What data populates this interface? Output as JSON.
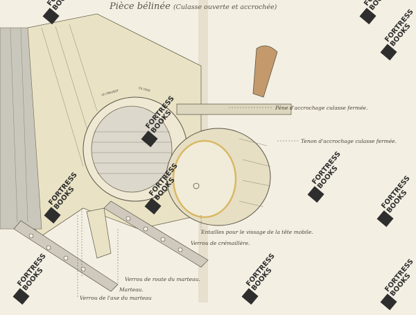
{
  "title": {
    "main": "Pièce bélinée",
    "sub": "(Culasse ouverte et accrochée)"
  },
  "engraved_marks": [
    "LE CREUSOT",
    "CS 1910"
  ],
  "labels": {
    "pene": "Pène d'accrochage culasse fermée.",
    "tenon": "Tenon d'accrochage culasse fermée.",
    "entailles": "Entailles pour le vissage de la tête mobile.",
    "verrou_cremaillere": "Verrou de crémaillère.",
    "verrou_route": "Verrou de route du marteau.",
    "marteau": "Marteau.",
    "verrou_axe": "Verrou de l'axe du marteau"
  },
  "watermark": {
    "line1": "FORTRESS",
    "line2": "BOOKS"
  },
  "colors": {
    "paper": "#f4efe3",
    "metal": "#e9e2c4",
    "steel": "#b9b7ad",
    "ink": "#4a4436",
    "brass": "#d9b865"
  }
}
